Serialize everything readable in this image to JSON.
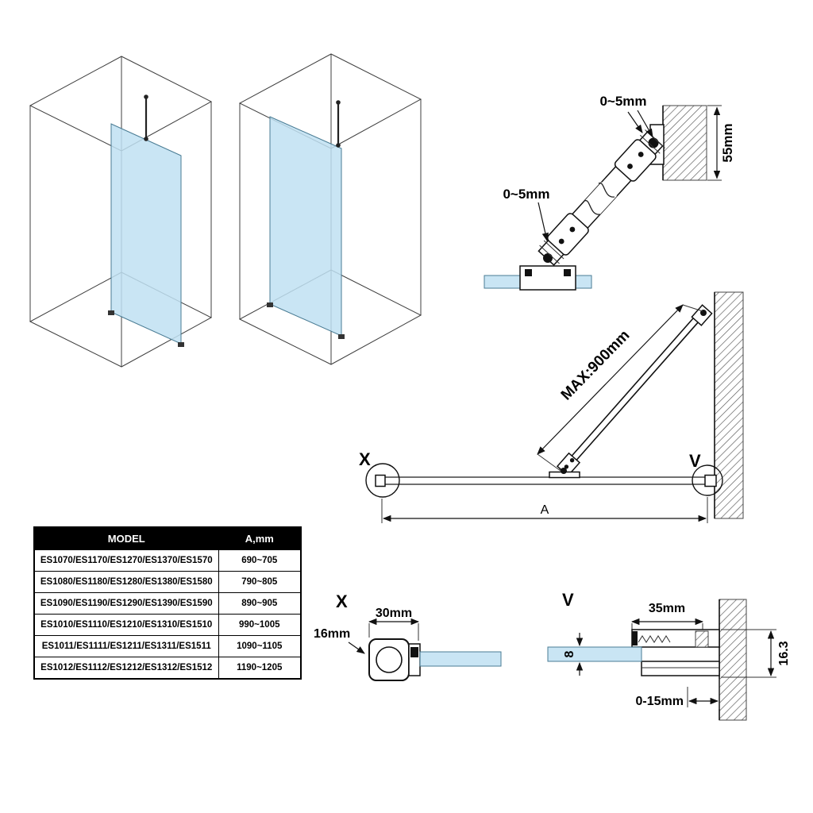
{
  "colors": {
    "glass": "#bfe0f2",
    "line": "#111111",
    "table_header_bg": "#000000",
    "table_header_text": "#ffffff"
  },
  "bracket_detail": {
    "gap_top": "0~5mm",
    "gap_bottom": "0~5mm",
    "wall_plate_height": "55mm"
  },
  "plan_view": {
    "brace_max": "MAX:900mm",
    "section_left": "X",
    "section_right": "V",
    "width_dim": "A"
  },
  "section_x": {
    "title": "X",
    "profile_width": "30mm",
    "profile_depth": "16mm"
  },
  "section_v": {
    "title": "V",
    "profile_width": "35mm",
    "profile_height": "16.3",
    "glass_thickness": "8",
    "adjust_range": "0-15mm"
  },
  "model_table": {
    "headers": [
      "MODEL",
      "A,mm"
    ],
    "rows": [
      {
        "model": "ES1070/ES1170/ES1270/ES1370/ES1570",
        "a_mm": "690~705"
      },
      {
        "model": "ES1080/ES1180/ES1280/ES1380/ES1580",
        "a_mm": "790~805"
      },
      {
        "model": "ES1090/ES1190/ES1290/ES1390/ES1590",
        "a_mm": "890~905"
      },
      {
        "model": "ES1010/ES1110/ES1210/ES1310/ES1510",
        "a_mm": "990~1005"
      },
      {
        "model": "ES1011/ES1111/ES1211/ES1311/ES1511",
        "a_mm": "1090~1105"
      },
      {
        "model": "ES1012/ES1112/ES1212/ES1312/ES1512",
        "a_mm": "1190~1205"
      }
    ]
  }
}
